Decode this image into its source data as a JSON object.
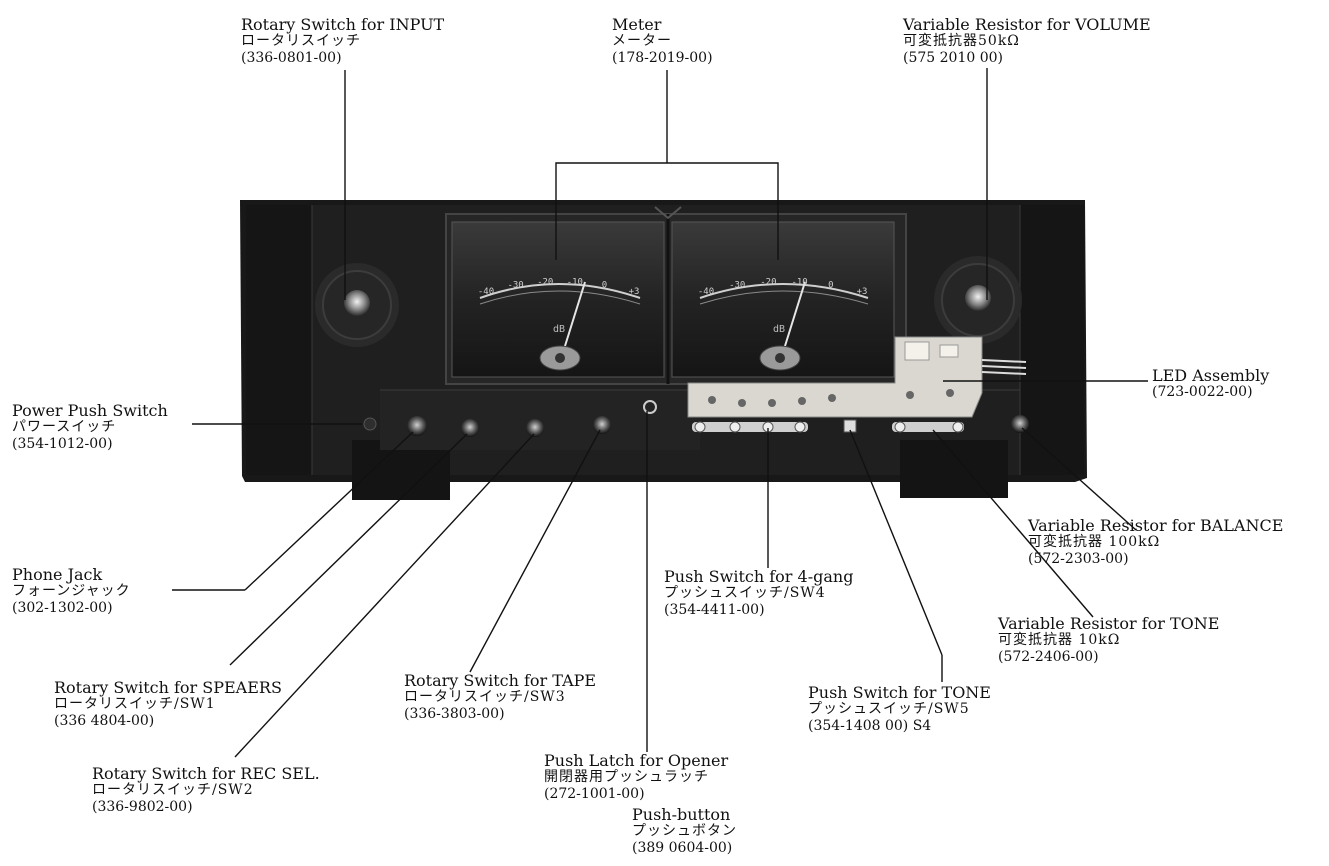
{
  "labels": {
    "input_switch": {
      "en": "Rotary Switch for INPUT",
      "jp": "ロータリスイッチ",
      "pn": "(336-0801-00)"
    },
    "meter": {
      "en": "Meter",
      "jp": "メーター",
      "pn": "(178-2019-00)"
    },
    "volume": {
      "en": "Variable Resistor for VOLUME",
      "jp": "可変抵抗器50kΩ",
      "pn": "(575 2010 00)"
    },
    "led": {
      "en": "LED Assembly",
      "pn": "(723-0022-00)"
    },
    "power": {
      "en": "Power Push Switch",
      "jp": "パワースイッチ",
      "pn": "(354-1012-00)"
    },
    "balance": {
      "en": "Variable Resistor for BALANCE",
      "jp": "可変抵抗器 100kΩ",
      "pn": "(572-2303-00)"
    },
    "phone": {
      "en": "Phone Jack",
      "jp": "フォーンジャック",
      "pn": "(302-1302-00)"
    },
    "push4": {
      "en": "Push Switch for 4-gang",
      "jp": "プッシュスイッチ/SW4",
      "pn": "(354-4411-00)"
    },
    "tone_vr": {
      "en": "Variable Resistor for TONE",
      "jp": "可変抵抗器 10kΩ",
      "pn": "(572-2406-00)"
    },
    "speakers": {
      "en": "Rotary Switch for SPEAERS",
      "jp": "ロータリスイッチ/SW1",
      "pn": "(336 4804-00)"
    },
    "tape": {
      "en": "Rotary Switch for TAPE",
      "jp": "ロータリスイッチ/SW3",
      "pn": "(336-3803-00)"
    },
    "tone_push": {
      "en": "Push Switch for TONE",
      "jp": "プッシュスイッチ/SW5",
      "pn": "(354-1408 00) S4"
    },
    "rec": {
      "en": "Rotary Switch for REC SEL.",
      "jp": "ロータリスイッチ/SW2",
      "pn": "(336-9802-00)"
    },
    "latch": {
      "en": "Push Latch for Opener",
      "jp": "開閉器用プッシュラッチ",
      "pn": "(272-1001-00)"
    },
    "pushbutton": {
      "en": "Push-button",
      "jp": "プッシュボタン",
      "pn": "(389 0604-00)"
    }
  },
  "meter_scale": [
    "-40",
    "-30",
    "-20",
    "-10",
    "0",
    "+3"
  ],
  "meter_unit": "dB",
  "colors": {
    "panel": "#1c1c1c",
    "ink": "#111111",
    "pcb": "#d9d7cf"
  }
}
